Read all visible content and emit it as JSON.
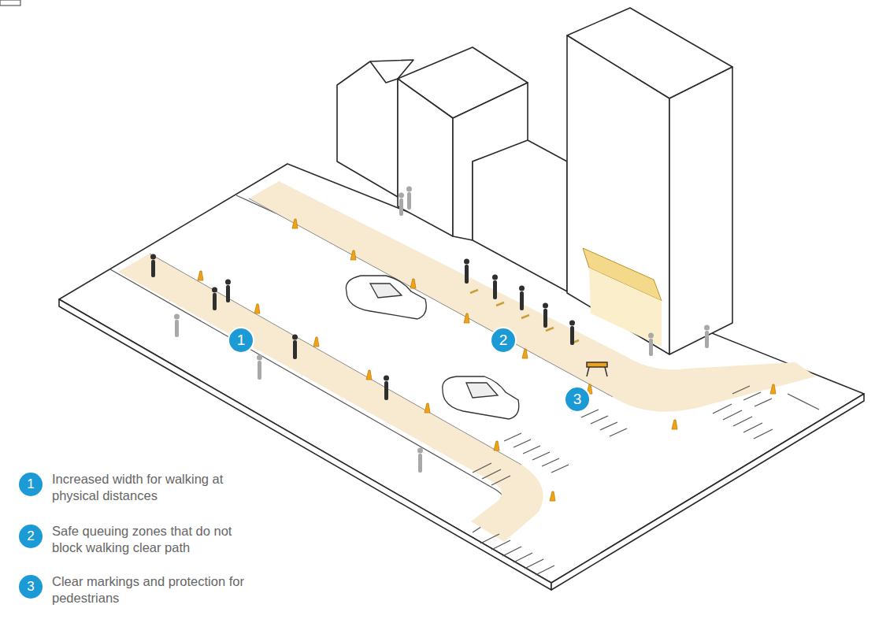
{
  "diagram": {
    "labels": [
      "1",
      "2",
      "3",
      "1",
      "2",
      "3"
    ],
    "legend": [
      {
        "text": "Increased width for walking at physical distances",
        "color": "#1c9ad6"
      },
      {
        "text": "Safe queuing zones that do not block walking clear path",
        "color": "#1c9ad6"
      },
      {
        "text": "Clear markings and protection for pedestrians",
        "color": "#1c9ad6"
      }
    ]
  }
}
